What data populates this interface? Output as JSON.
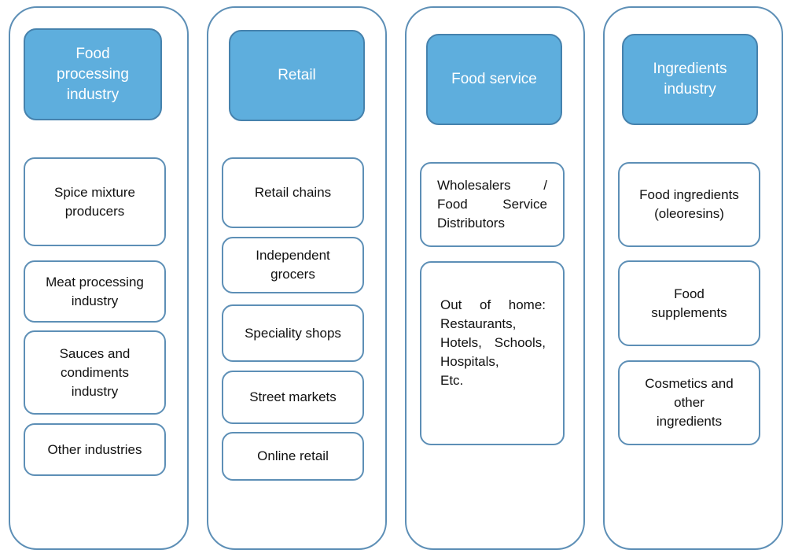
{
  "columns": [
    {
      "header": "Food\nprocessing\nindustry",
      "items": [
        "Spice mixture\nproducers",
        "Meat processing\nindustry",
        "Sauces and\ncondiments\nindustry",
        "Other industries"
      ]
    },
    {
      "header": "Retail",
      "items": [
        "Retail chains",
        "Independent\ngrocers",
        "Speciality shops",
        "Street markets",
        "Online retail"
      ]
    },
    {
      "header": "Food service",
      "items": [
        "Wholesalers / Food Service Distributors",
        "Out of home: Restaurants, Hotels, Schools, Hospitals,\nEtc."
      ]
    },
    {
      "header": "Ingredients\nindustry",
      "items": [
        "Food ingredients\n(oleoresins)",
        "Food\nsupplements",
        "Cosmetics and\nother\ningredients"
      ]
    }
  ],
  "colors": {
    "header_fill": "#5eaedd",
    "header_border": "#4682ad",
    "border": "#5d8fb6"
  }
}
